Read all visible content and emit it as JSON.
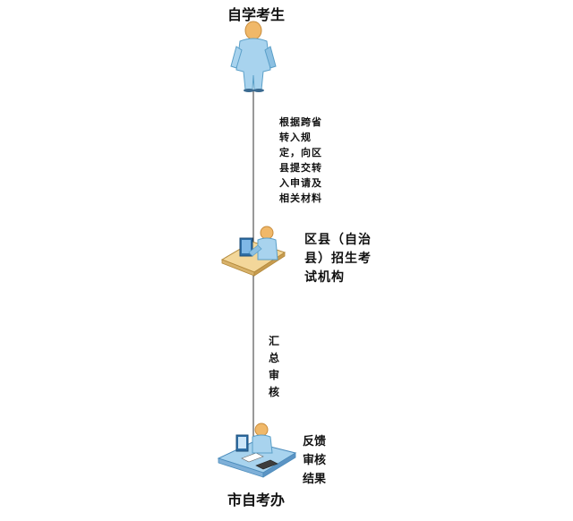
{
  "diagram": {
    "nodes": [
      {
        "id": "student",
        "label": "自学考生",
        "icon": "student-person-icon"
      },
      {
        "id": "district",
        "label": "区县（自治\n县）招生考\n试机构",
        "icon": "office-worker-at-desk-icon"
      },
      {
        "id": "city",
        "label": "市自考办",
        "icon": "officer-at-workstation-icon"
      }
    ],
    "edges": [
      {
        "from": "student",
        "to": "district",
        "label": "根据跨省\n转入规\n定，向区\n县提交转\n入申请及\n相关材料"
      },
      {
        "from": "district",
        "to": "city",
        "label": "汇\n总\n审\n核"
      }
    ],
    "feedback_label": "反馈\n审核\n结果"
  }
}
